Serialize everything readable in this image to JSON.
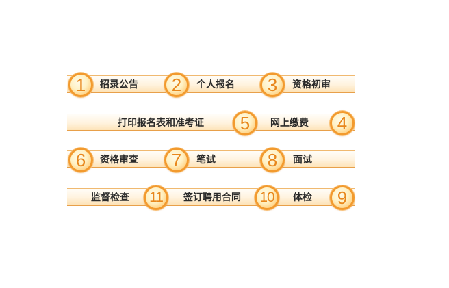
{
  "rows": [
    {
      "steps": [
        {
          "num": "1",
          "label": "招录公告"
        },
        {
          "num": "2",
          "label": "个人报名"
        },
        {
          "num": "3",
          "label": "资格初审"
        }
      ]
    },
    {
      "steps": [
        {
          "num": "5",
          "label": "打印报名表和准考证"
        },
        {
          "num": "4",
          "label": "网上缴费"
        }
      ]
    },
    {
      "steps": [
        {
          "num": "6",
          "label": "资格审查"
        },
        {
          "num": "7",
          "label": "笔试"
        },
        {
          "num": "8",
          "label": "面试"
        }
      ]
    },
    {
      "steps": [
        {
          "num": "11",
          "label": "监督检查"
        },
        {
          "num": "10",
          "label": "签订聘用合同"
        },
        {
          "num": "9",
          "label": "体检"
        }
      ]
    }
  ]
}
